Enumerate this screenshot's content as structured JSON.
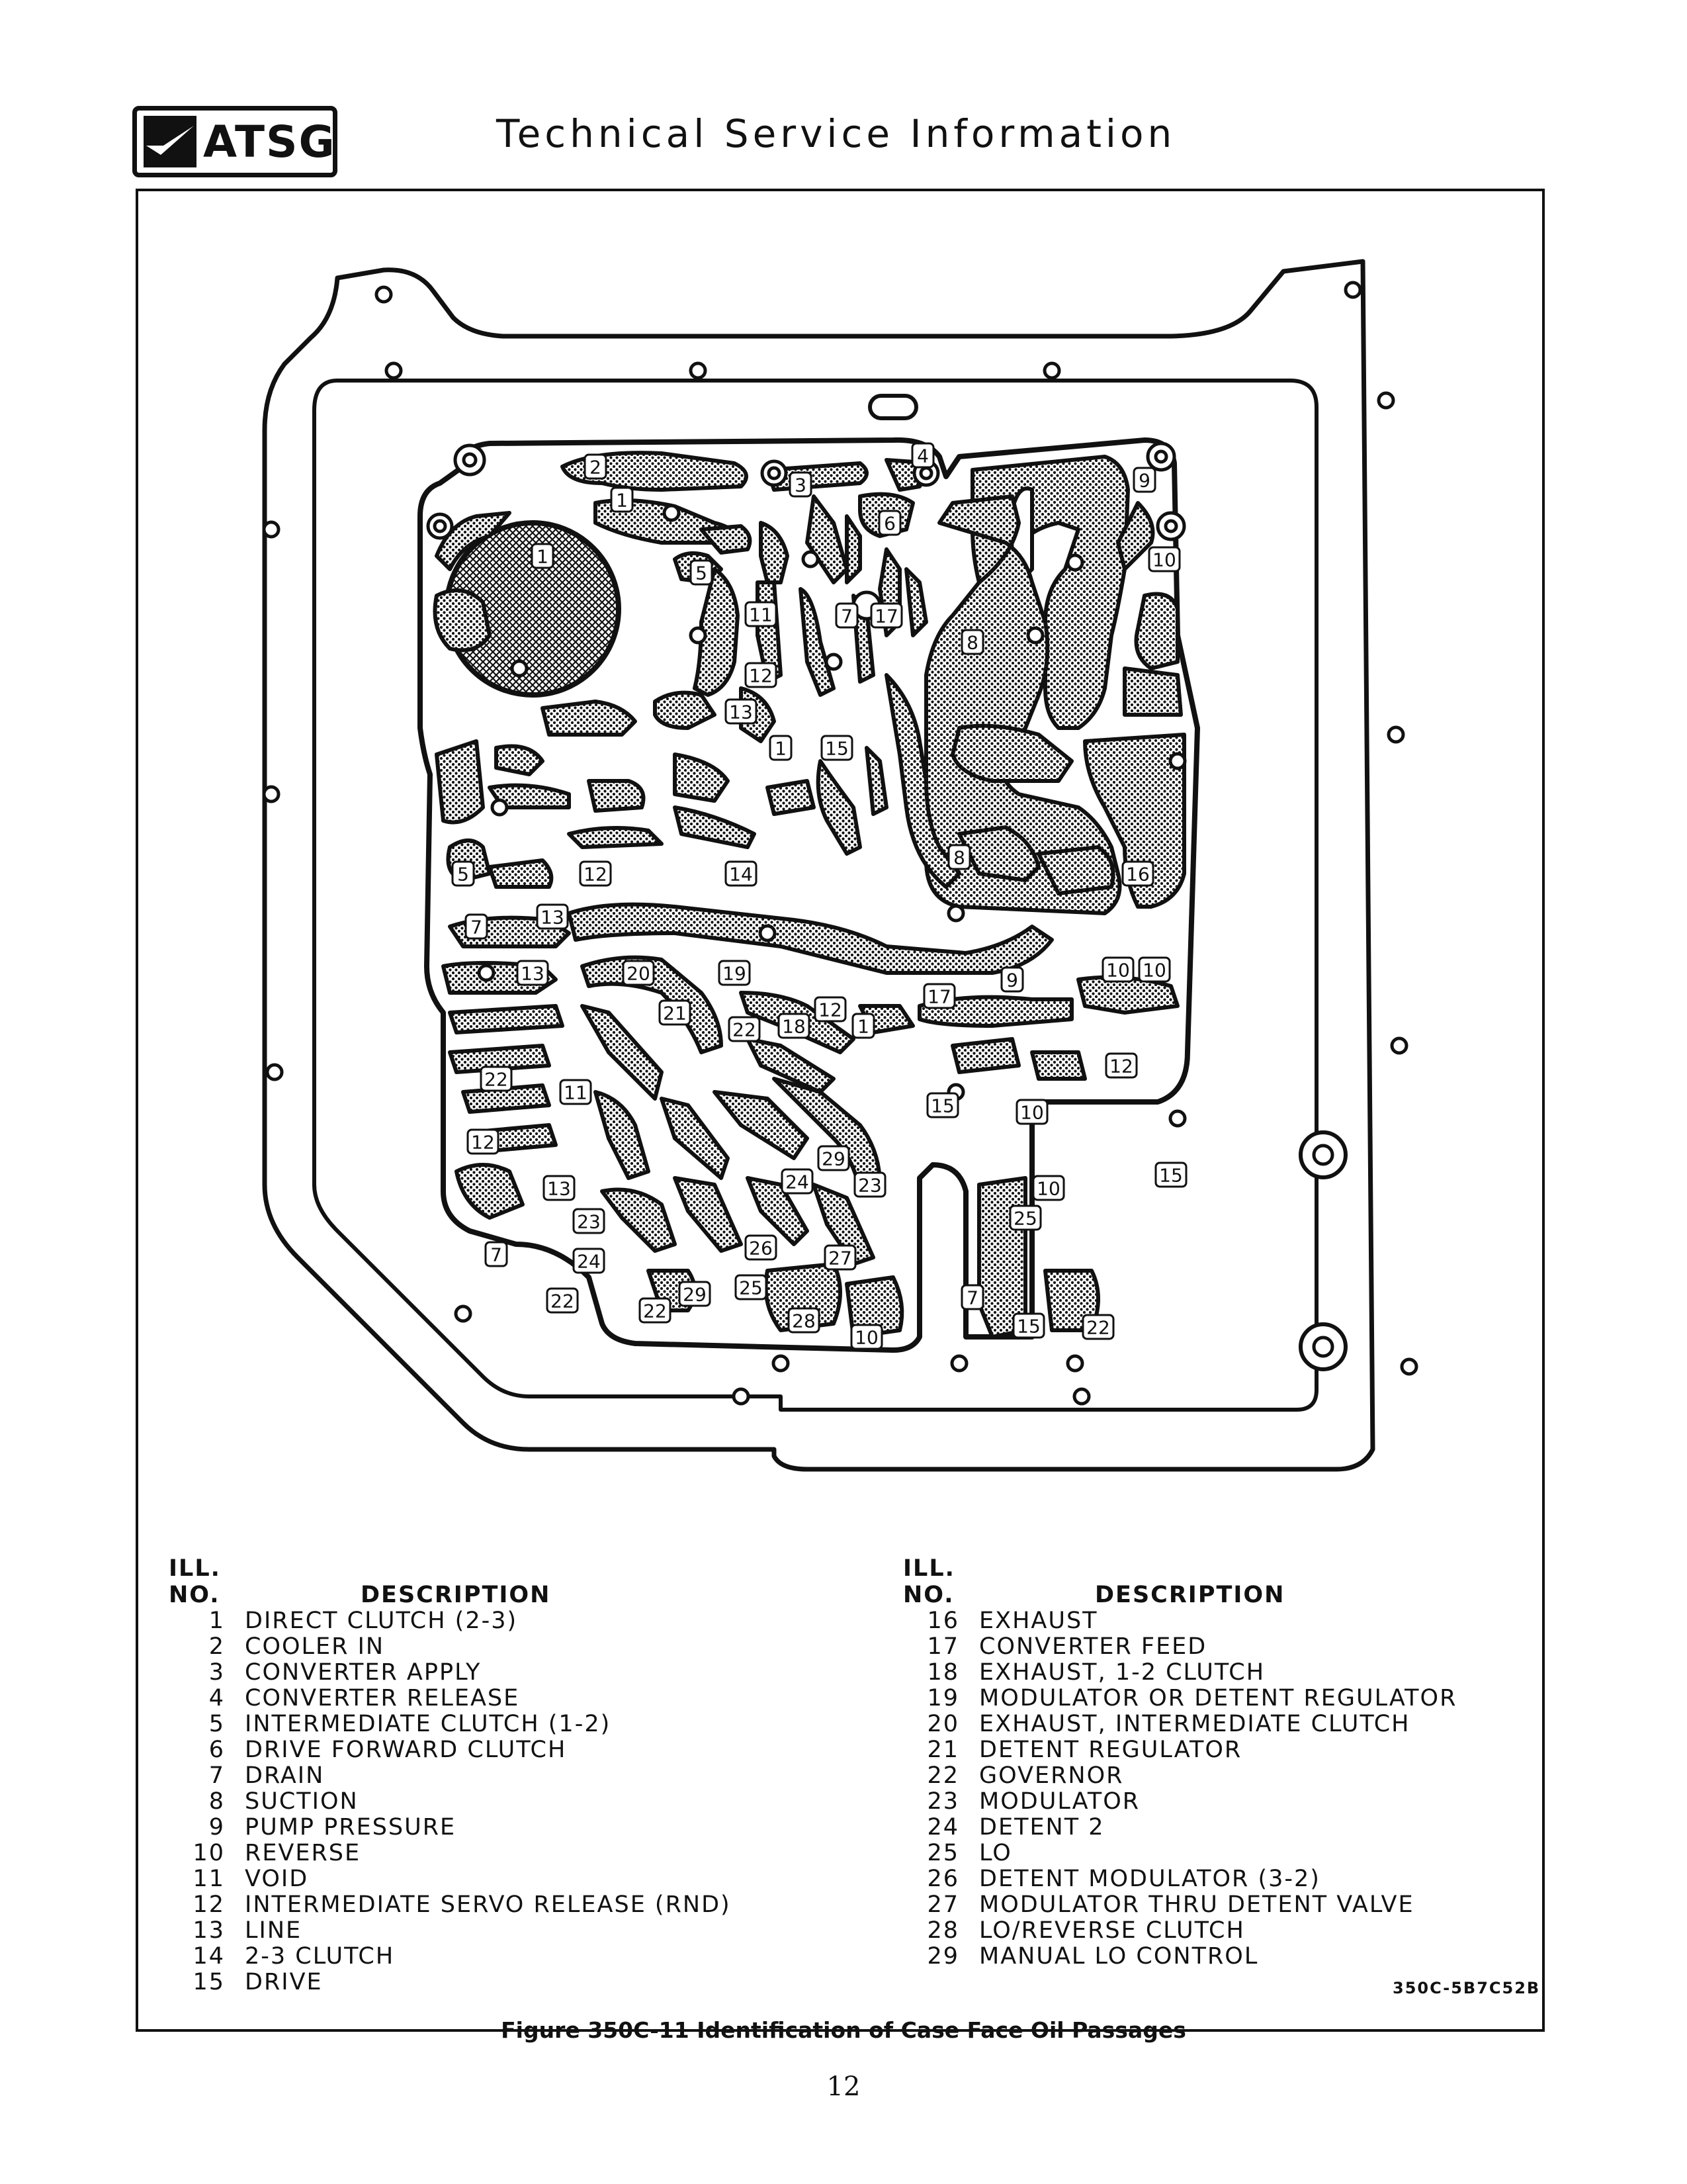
{
  "header": {
    "logo_text": "ATSG",
    "title": "Technical Service Information"
  },
  "diagram": {
    "passage_labels": [
      "2",
      "3",
      "4",
      "9",
      "1",
      "6",
      "10",
      "1",
      "5",
      "11",
      "7",
      "17",
      "8",
      "12",
      "13",
      "1",
      "15",
      "8",
      "16",
      "5",
      "12",
      "14",
      "13",
      "7",
      "13",
      "20",
      "19",
      "10",
      "10",
      "9",
      "21",
      "22",
      "18",
      "12",
      "1",
      "17",
      "12",
      "22",
      "11",
      "15",
      "10",
      "12",
      "29",
      "24",
      "23",
      "10",
      "15",
      "13",
      "23",
      "25",
      "26",
      "27",
      "7",
      "24",
      "25",
      "22",
      "29",
      "22",
      "28",
      "10",
      "15",
      "22",
      "7"
    ]
  },
  "legend": {
    "heading_ill": "ILL.",
    "heading_no": "NO.",
    "heading_desc": "DESCRIPTION",
    "left": [
      {
        "no": "1",
        "desc": "DIRECT CLUTCH (2-3)"
      },
      {
        "no": "2",
        "desc": "COOLER IN"
      },
      {
        "no": "3",
        "desc": "CONVERTER APPLY"
      },
      {
        "no": "4",
        "desc": "CONVERTER RELEASE"
      },
      {
        "no": "5",
        "desc": "INTERMEDIATE CLUTCH (1-2)"
      },
      {
        "no": "6",
        "desc": "DRIVE FORWARD CLUTCH"
      },
      {
        "no": "7",
        "desc": "DRAIN"
      },
      {
        "no": "8",
        "desc": "SUCTION"
      },
      {
        "no": "9",
        "desc": "PUMP PRESSURE"
      },
      {
        "no": "10",
        "desc": "REVERSE"
      },
      {
        "no": "11",
        "desc": "VOID"
      },
      {
        "no": "12",
        "desc": "INTERMEDIATE SERVO RELEASE (RND)"
      },
      {
        "no": "13",
        "desc": "LINE"
      },
      {
        "no": "14",
        "desc": "2-3 CLUTCH"
      },
      {
        "no": "15",
        "desc": "DRIVE"
      }
    ],
    "right": [
      {
        "no": "16",
        "desc": "EXHAUST"
      },
      {
        "no": "17",
        "desc": "CONVERTER FEED"
      },
      {
        "no": "18",
        "desc": "EXHAUST, 1-2 CLUTCH"
      },
      {
        "no": "19",
        "desc": "MODULATOR OR DETENT REGULATOR"
      },
      {
        "no": "20",
        "desc": "EXHAUST, INTERMEDIATE CLUTCH"
      },
      {
        "no": "21",
        "desc": "DETENT REGULATOR"
      },
      {
        "no": "22",
        "desc": "GOVERNOR"
      },
      {
        "no": "23",
        "desc": "MODULATOR"
      },
      {
        "no": "24",
        "desc": "DETENT 2"
      },
      {
        "no": "25",
        "desc": "LO"
      },
      {
        "no": "26",
        "desc": "DETENT MODULATOR (3-2)"
      },
      {
        "no": "27",
        "desc": "MODULATOR THRU DETENT VALVE"
      },
      {
        "no": "28",
        "desc": "LO/REVERSE CLUTCH"
      },
      {
        "no": "29",
        "desc": "MANUAL LO CONTROL"
      }
    ]
  },
  "figure_code": "350C-5B7C52B",
  "caption": "Figure 350C-11 Identification of Case Face Oil Passages",
  "page_number": "12"
}
